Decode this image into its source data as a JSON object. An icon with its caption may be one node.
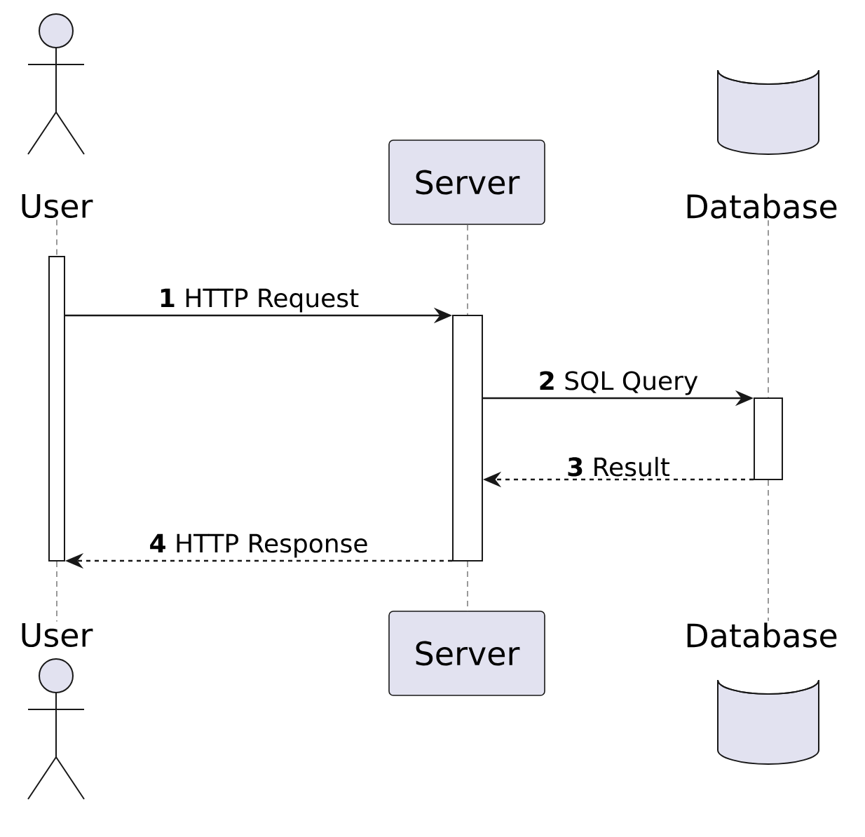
{
  "diagram": {
    "nodes": [
      {
        "text": [
          "User"
        ]
      },
      {
        "text": [
          "Server"
        ]
      },
      {
        "text": [
          "Database"
        ]
      },
      {
        "text": [
          "User"
        ]
      },
      {
        "text": [
          "Server"
        ]
      },
      {
        "text": [
          "Database"
        ]
      },
      {
        "text": [],
        "shape": "bar"
      },
      {
        "text": [],
        "shape": "bar"
      },
      {
        "text": [],
        "shape": "bar"
      }
    ],
    "edges": [
      {
        "from": 6,
        "to": 7,
        "arrow": "to",
        "label": "**1** HTTP Request",
        "color": "#181818"
      },
      {
        "from": 7,
        "to": 8,
        "arrow": "to",
        "label": "**2** SQL Query",
        "color": "#181818"
      },
      {
        "from": 8,
        "to": 7,
        "arrow": "to",
        "label": "**3** Result",
        "style": "dashed",
        "color": "#181818"
      },
      {
        "from": 7,
        "to": 6,
        "arrow": "to",
        "label": "**4** HTTP Response",
        "style": "dashed",
        "color": "#181818"
      },
      {
        "from": 0,
        "to": 6,
        "arrow": "none",
        "style": "dashed"
      },
      {
        "from": 6,
        "to": 3,
        "arrow": "none",
        "style": "dashed"
      },
      {
        "from": 1,
        "to": 7,
        "arrow": "none",
        "style": "dashed"
      },
      {
        "from": 7,
        "to": 4,
        "arrow": "none",
        "style": "dashed"
      },
      {
        "from": 2,
        "to": 8,
        "arrow": "none",
        "style": "dashed"
      },
      {
        "from": 8,
        "to": 5,
        "arrow": "none",
        "style": "dashed"
      }
    ]
  }
}
